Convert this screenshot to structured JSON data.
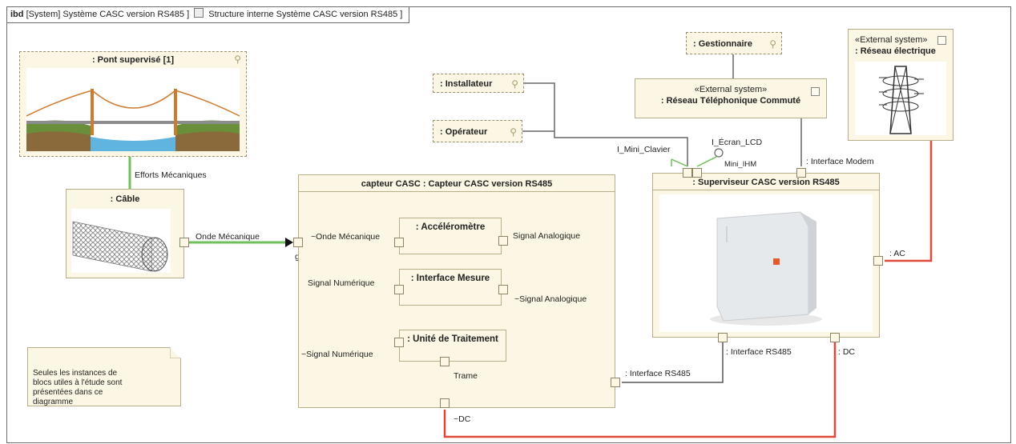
{
  "frame": {
    "kind": "ibd",
    "context": "[System] Système CASC version RS485 ]",
    "diagram_name": "Structure interne Système CASC version RS485 ]"
  },
  "blocks": {
    "pont": ": Pont supervisé [1]",
    "cable": ": Câble",
    "capteur": "capteur CASC : Capteur CASC version RS485",
    "accelerometre": ": Accéléromètre",
    "interface_mesure": ": Interface Mesure",
    "unite_traitement": ": Unité de Traitement",
    "installateur": ": Installateur",
    "operateur": ": Opérateur",
    "gestionnaire": ": Gestionnaire",
    "rtc": {
      "stereotype": "«External system»",
      "name": ": Réseau Téléphonique Commuté"
    },
    "reseau_elec": {
      "stereotype": "«External system»",
      "name": ": Réseau électrique"
    },
    "superviseur": ": Superviseur CASC version RS485"
  },
  "labels": {
    "efforts": "Efforts Mécaniques",
    "onde": "Onde Mécanique",
    "g": "g",
    "onde_inv": "~Onde Mécanique",
    "signal_analogique": "Signal Analogique",
    "signal_analogique_inv": "~Signal Analogique",
    "signal_numerique": "Signal Numérique",
    "signal_numerique_inv": "~Signal Numérique",
    "trame": "Trame",
    "interface_rs485": ": Interface RS485",
    "interface_rs485_sup": ": Interface RS485",
    "dc_sup": ": DC",
    "dc_inv": "~DC",
    "ac": ": AC",
    "i_mini_clavier": "I_Mini_Clavier",
    "i_ecran": "I_Écran_LCD",
    "mini_ihm": "Mini_IHM",
    "interface_modem": ": Interface Modem"
  },
  "note": "Seules les instances de blocs utiles à l'étude sont présentées dans ce diagramme",
  "colors": {
    "mechanical_link": "#6fbf5a",
    "power_link": "#e0483a",
    "data_link": "#555555",
    "block_fill": "#fbf7e4"
  }
}
